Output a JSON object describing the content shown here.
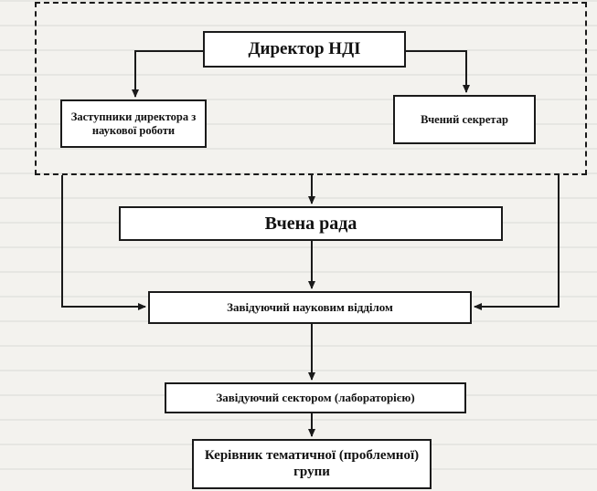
{
  "nodes": {
    "director": "Директор НДІ",
    "deputies": "Заступники директора з наукової роботи",
    "secretary": "Вчений секретар",
    "council": "Вчена рада",
    "department_head": "Завідуючий науковим відділом",
    "sector_head": "Завідуючий сектором (лабораторією)",
    "group_leader": "Керівник тематичної (проблемної) групи"
  },
  "colors": {
    "line": "#1a1a1a",
    "box_fill": "#ffffff",
    "paper": "#f3f2ee"
  }
}
